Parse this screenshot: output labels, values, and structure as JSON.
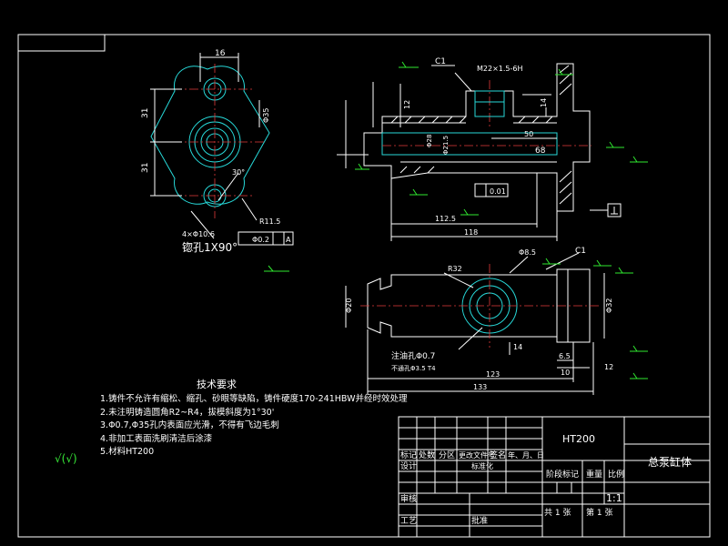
{
  "tech_requirements": {
    "title": "技术要求",
    "items": [
      "1.铸件不允许有缩松、缩孔、砂眼等缺陷，铸件硬度170-241HBW并经时效处理",
      "2.未注明铸造圆角R2~R4，拔模斜度为1°30'",
      "3.Φ0.7,Φ35孔内表面应光滑，不得有飞边毛刺",
      "4.非加工表面洗刷清洁后涂漆",
      "5.材料HT200"
    ]
  },
  "roughness_mark": "√(√)",
  "title_block": {
    "material": "HT200",
    "part_name": "总泵缸体",
    "scale": "1:1",
    "sheet_total": "共 1 张",
    "sheet_no": "第 1 张",
    "headers": [
      "标记",
      "处数",
      "分区",
      "更改文件号",
      "签名",
      "年、月、日"
    ],
    "row_labels": [
      "设计",
      "标准化",
      "审核",
      "工艺",
      "批准"
    ],
    "stage_mark": "阶段标记",
    "weight": "重量",
    "scale_label": "比例"
  },
  "dims_left": {
    "top": "16",
    "left_upper": "31",
    "left_lower": "31",
    "right": "Φ35",
    "angle": "30°",
    "holes": "4×Φ10.6",
    "radius": "R11.5",
    "tolerance_symbol": "Φ0.2",
    "datum": "A",
    "countersink": "锪孔1X90°"
  },
  "dims_section": {
    "c1": "C1",
    "thread": "M22×1.5-6H",
    "d12": "12",
    "d14": "14",
    "d50": "50",
    "d68": "68",
    "flat": "0.01",
    "len1": "112.5",
    "len2": "118",
    "phi28": "Φ28",
    "phi21": "Φ21.5"
  },
  "dims_bottom": {
    "r": "R32",
    "hole": "Φ8.5",
    "c1": "C1",
    "phi_left": "Φ20",
    "phi_right": "Φ32",
    "oil_hole": "注油孔Φ0.7",
    "slot": "不通孔Φ3.5 T4",
    "d14": "14",
    "d6": "6.5",
    "d10": "10",
    "d12": "12",
    "len1": "123",
    "len2": "133"
  }
}
